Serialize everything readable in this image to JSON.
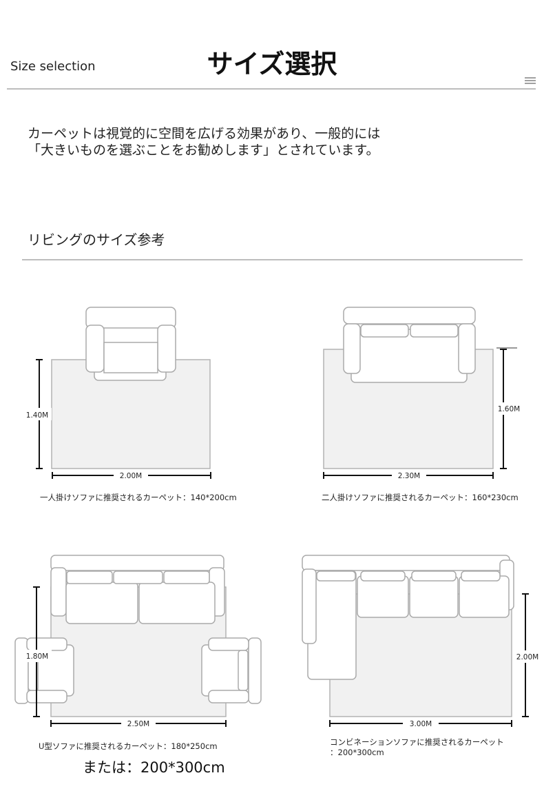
{
  "header": {
    "en_title": "Size selection",
    "ja_title": "サイズ選択"
  },
  "intro": {
    "line1": "カーペットは視覚的に空間を広げる効果があり、一般的には",
    "line2": "「大きいものを選ぶことをお勧めします」とされています。"
  },
  "section": {
    "heading": "リビングのサイズ参考"
  },
  "diagrams": [
    {
      "width_label": "2.00M",
      "height_label": "1.40M",
      "caption": "一人掛けソファに推奨されるカーペット：140*200cm"
    },
    {
      "width_label": "2.30M",
      "height_label": "1.60M",
      "caption": "二人掛けソファに推奨されるカーペット：160*230cm"
    },
    {
      "width_label": "2.50M",
      "height_label": "1.80M",
      "caption": "U型ソファに推奨されるカーペット：180*250cm"
    },
    {
      "width_label": "3.00M",
      "height_label": "2.00M",
      "caption_line1": "コンビネーションソファに推奨されるカーペット",
      "caption_line2": "：200*300cm"
    }
  ],
  "alternative": "または：200*300cm",
  "icons": {
    "menu": "menu-lines-icon"
  },
  "colors": {
    "rug_fill": "#f1f1f1",
    "outline": "#aaaaaa",
    "dimension_line": "#111111"
  }
}
